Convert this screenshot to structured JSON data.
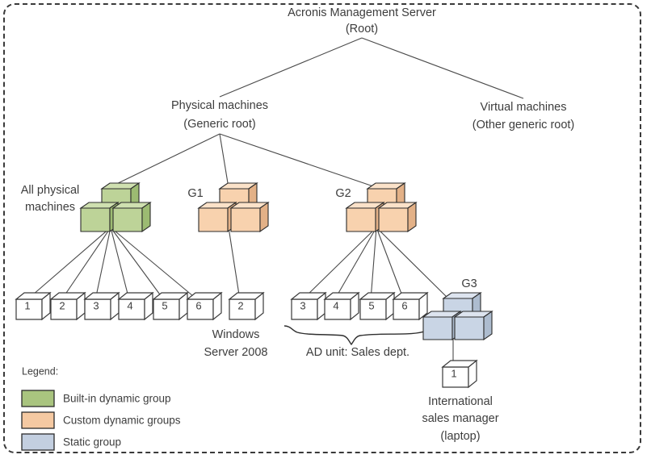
{
  "diagram": {
    "title_nodes": {
      "root": {
        "line1": "Acronis Management Server",
        "line2": "(Root)"
      },
      "physical": {
        "line1": "Physical machines",
        "line2": "(Generic root)"
      },
      "virtual": {
        "line1": "Virtual machines",
        "line2": "(Other generic root)"
      },
      "all_physical": {
        "line1": "All physical",
        "line2": "machines"
      },
      "windows_server": {
        "line1": "Windows",
        "line2": "Server 2008"
      },
      "ad_unit": {
        "line1": "AD unit: Sales dept."
      },
      "intl_manager": {
        "line1": "International",
        "line2": "sales manager",
        "line3": "(laptop)"
      }
    },
    "group_labels": {
      "g1": "G1",
      "g2": "G2",
      "g3": "G3"
    },
    "machines": {
      "all_physical_children": [
        "1",
        "2",
        "3",
        "4",
        "5",
        "6"
      ],
      "g1_child": "2",
      "g2_children": [
        "3",
        "4",
        "5",
        "6"
      ],
      "g3_child": "1"
    },
    "colors": {
      "builtin_dynamic": "#a9c47f",
      "builtin_dynamic_top": "#bdd398",
      "builtin_dynamic_side": "#8fae66",
      "custom_dynamic": "#f5c9a2",
      "custom_dynamic_top": "#f9d9bd",
      "custom_dynamic_side": "#e0ae85",
      "static_group": "#c3cfe0",
      "static_group_top": "#d6dfec",
      "static_group_side": "#a9b8cd",
      "machine_fill": "#ffffff",
      "line": "#4a4a4a",
      "text": "#3d3d3d"
    },
    "legend": {
      "title": "Legend:",
      "items": [
        {
          "label": "Built-in dynamic group",
          "color": "#a9c47f"
        },
        {
          "label": "Custom dynamic groups",
          "color": "#f5c9a2"
        },
        {
          "label": "Static group",
          "color": "#c3cfe0"
        }
      ]
    }
  }
}
